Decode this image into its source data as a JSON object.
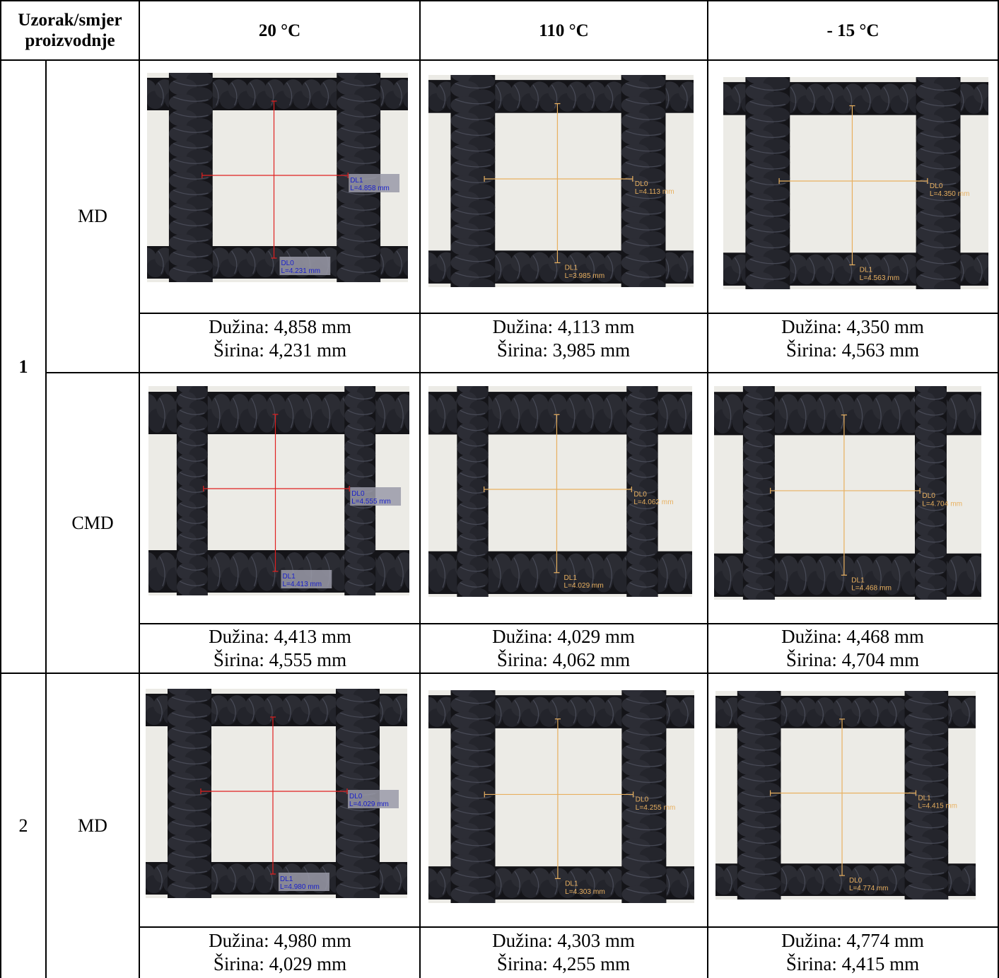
{
  "header": {
    "sample_direction_line1": "Uzorak/smjer",
    "sample_direction_line2": "proizvodnje",
    "temps": [
      "20 °C",
      "110 °C",
      "- 15 °C"
    ]
  },
  "colors": {
    "measure_red": "#e02020",
    "measure_orange": "#e8b060",
    "label_blue": "#1a20c8",
    "label_orange": "#e8b060"
  },
  "rows": [
    {
      "sample": "1",
      "direction": "MD",
      "cells": [
        {
          "length": "Dužina: 4,858 mm",
          "width": "Širina: 4,231 mm",
          "mark_a": "DL1",
          "mark_a_value": "L=4.858 mm",
          "mark_b": "DL0",
          "mark_b_value": "L=4.231 mm"
        },
        {
          "length": "Dužina: 4,113 mm",
          "width": "Širina: 3,985 mm",
          "mark_a": "DL0",
          "mark_a_value": "L=4.113 mm",
          "mark_b": "DL1",
          "mark_b_value": "L=3.985 mm"
        },
        {
          "length": "Dužina: 4,350 mm",
          "width": "Širina: 4,563 mm",
          "mark_a": "DL0",
          "mark_a_value": "L=4.350 mm",
          "mark_b": "DL1",
          "mark_b_value": "L=4.563 mm"
        }
      ]
    },
    {
      "sample": "",
      "direction": "CMD",
      "cells": [
        {
          "length": "Dužina: 4,413 mm",
          "width": "Širina: 4,555 mm",
          "mark_a": "DL0",
          "mark_a_value": "L=4.555 mm",
          "mark_b": "DL1",
          "mark_b_value": "L=4.413 mm"
        },
        {
          "length": "Dužina: 4,029 mm",
          "width": "Širina: 4,062 mm",
          "mark_a": "DL0",
          "mark_a_value": "L=4.062 mm",
          "mark_b": "DL1",
          "mark_b_value": "L=4.029 mm"
        },
        {
          "length": "Dužina: 4,468 mm",
          "width": "Širina: 4,704 mm",
          "mark_a": "DL0",
          "mark_a_value": "L=4.704 mm",
          "mark_b": "DL1",
          "mark_b_value": "L=4.468 mm"
        }
      ]
    },
    {
      "sample": "2",
      "direction": "MD",
      "cells": [
        {
          "length": "Dužina: 4,980 mm",
          "width": "Širina: 4,029 mm",
          "mark_a": "DL0",
          "mark_a_value": "L=4.029 mm",
          "mark_b": "DL1",
          "mark_b_value": "L=4.980 mm"
        },
        {
          "length": "Dužina: 4,303 mm",
          "width": "Širina: 4,255 mm",
          "mark_a": "DL0",
          "mark_a_value": "L=4.255 mm",
          "mark_b": "DL1",
          "mark_b_value": "L=4.303 mm"
        },
        {
          "length": "Dužina: 4,774 mm",
          "width": "Širina: 4,415 mm",
          "mark_a": "DL1",
          "mark_a_value": "L=4.415 mm",
          "mark_b": "DL0",
          "mark_b_value": "L=4.774 mm"
        }
      ]
    }
  ]
}
